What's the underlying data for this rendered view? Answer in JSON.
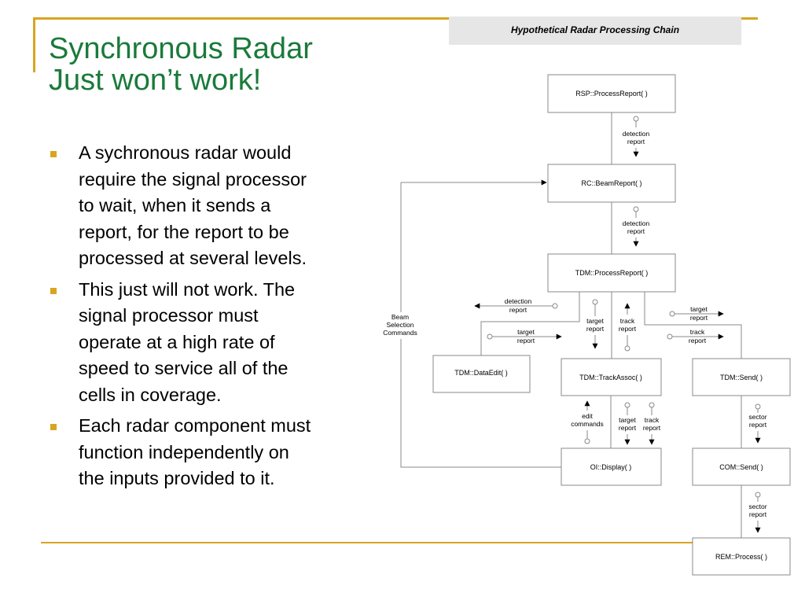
{
  "slide": {
    "title_line1": "Synchronous Radar",
    "title_line2": "Just won’t work!",
    "chain_label": "Hypothetical Radar Processing Chain",
    "bullets": [
      [
        "A sychronous radar would",
        "require the signal processor",
        "to wait, when it sends a",
        "report, for the report to be",
        "processed at several levels."
      ],
      [
        "This just will not work.  The",
        "signal processor must",
        "operate at a high rate of",
        "speed to service all of the",
        "cells in coverage."
      ],
      [
        "Each radar component must",
        "function independently on",
        "the inputs provided to it."
      ]
    ]
  },
  "diagram": {
    "boxes": {
      "rsp": "RSP::ProcessReport( )",
      "rc": "RC::BeamReport( )",
      "tdm_process": "TDM::ProcessReport( )",
      "tdm_dataedit": "TDM::DataEdit( )",
      "tdm_trackassoc": "TDM::TrackAssoc( )",
      "tdm_send": "TDM::Send( )",
      "oi_display": "OI::Display( )",
      "com_send": "COM::Send( )",
      "rem_process": "REM::Process( )"
    },
    "flows": {
      "detection_1": [
        "detection",
        "report"
      ],
      "detection_2": [
        "detection",
        "report"
      ],
      "detection_3": [
        "detection",
        "report"
      ],
      "target_dataedit": [
        "target",
        "report"
      ],
      "target_trackassoc": [
        "target",
        "report"
      ],
      "track_trackassoc": [
        "track",
        "report"
      ],
      "target_send": [
        "target",
        "report"
      ],
      "track_send": [
        "track",
        "report"
      ],
      "edit_commands": [
        "edit",
        "commands"
      ],
      "target_display": [
        "target",
        "report"
      ],
      "track_display": [
        "track",
        "report"
      ],
      "sector_1": [
        "sector",
        "report"
      ],
      "sector_2": [
        "sector",
        "report"
      ],
      "beam_selection": [
        "Beam",
        "Selection",
        "Commands"
      ]
    }
  }
}
